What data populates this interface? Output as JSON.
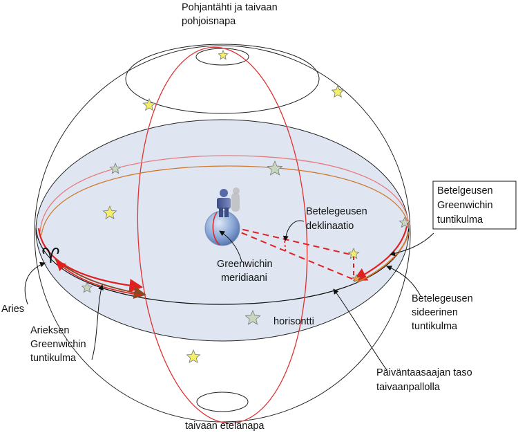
{
  "labels": {
    "north_pole": [
      "Pohjantähti ja taivaan",
      "pohjoisnapa"
    ],
    "south_pole": "taivaan etelänapa",
    "betelgeuse_gha": [
      "Betelgeusen",
      "Greenwichin",
      "tuntikulma"
    ],
    "betelgeuse_decl": [
      "Betelegeusen",
      "deklinaatio"
    ],
    "greenwich_meridian": [
      "Greenwichin",
      "meridiaani"
    ],
    "betelgeuse_sha": [
      "Betelegeusen",
      "sideerinen",
      "tuntikulma"
    ],
    "horizon": "horisontti",
    "equator_plane": [
      "Päiväntaasaajan taso",
      "taivaanpallolla"
    ],
    "aries": "Aries",
    "aries_gha": [
      "Arieksen",
      "Greenwichin",
      "tuntikulma"
    ]
  },
  "symbols": {
    "aries": "♈"
  },
  "colors": {
    "sphere_line": "#111111",
    "equator_fill": "#dfe6f2",
    "meridian": "#e03030",
    "gha_arc": "#e03030",
    "sha_arc": "#c26a2a",
    "star_fill": "#f4ef6a",
    "star_fill_faint": "#c8d6c0",
    "earth": "#6a8fc4",
    "person": "#5b6aa0"
  }
}
